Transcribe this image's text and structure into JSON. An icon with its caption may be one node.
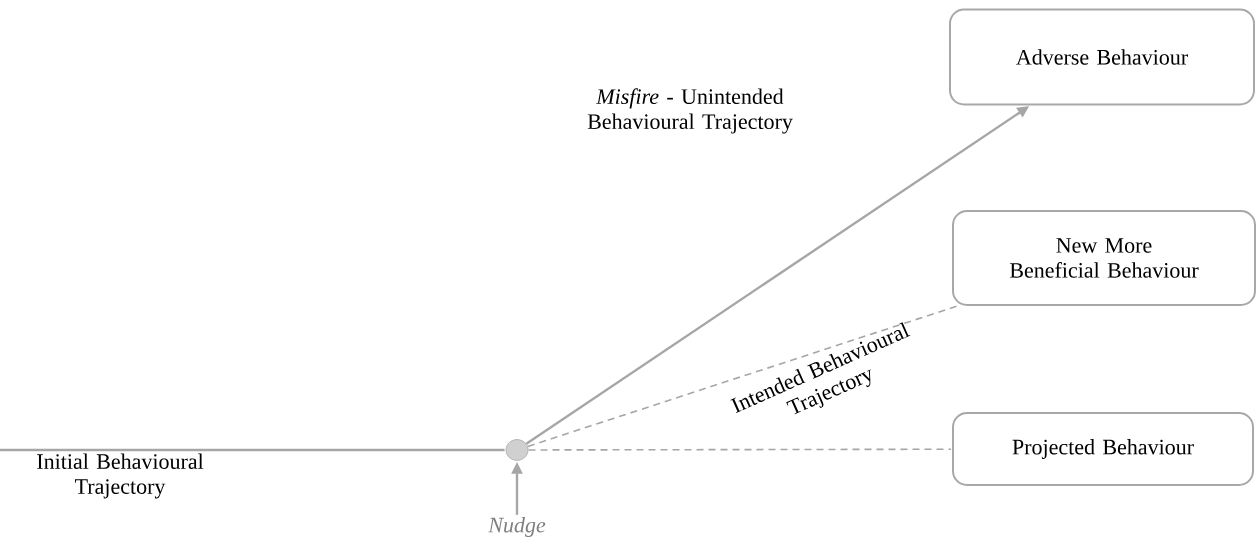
{
  "diagram": {
    "nodes": [
      {
        "text": [],
        "shape": "circle"
      },
      {
        "text": [
          "Adverse Behaviour"
        ]
      },
      {
        "text": [
          "New More Beneficial Behaviour"
        ]
      },
      {
        "text": [
          "Projected Behaviour"
        ]
      },
      {
        "text": [
          "Nudge"
        ]
      }
    ],
    "edges": [
      {
        "from": null,
        "to": 0,
        "arrow": "none",
        "label": "Initial Behavioural Trajectory"
      },
      {
        "from": 0,
        "to": 1,
        "arrow": "to",
        "label": "*Misfire* - Unintended Behavioural Trajectory"
      },
      {
        "from": 0,
        "to": 2,
        "arrow": "none",
        "style": "dashed",
        "label": "Intended Behavioural Trajectory"
      },
      {
        "from": 0,
        "to": 3,
        "arrow": "none",
        "style": "dashed"
      },
      {
        "from": 4,
        "to": 0,
        "arrow": "to"
      }
    ]
  }
}
